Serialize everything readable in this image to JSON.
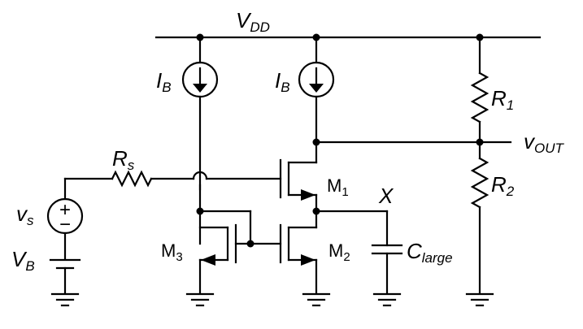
{
  "labels": {
    "vdd_main": "V",
    "vdd_sub": "DD",
    "ib1_main": "I",
    "ib1_sub": "B",
    "ib2_main": "I",
    "ib2_sub": "B",
    "r1_main": "R",
    "r1_sub": "1",
    "r2_main": "R",
    "r2_sub": "2",
    "vout_main": "v",
    "vout_sub": "OUT",
    "rs_main": "R",
    "rs_sub": "s",
    "vs_main": "v",
    "vs_sub": "s",
    "vb_main": "V",
    "vb_sub": "B",
    "m1_main": "M",
    "m1_sub": "1",
    "m2_main": "M",
    "m2_sub": "2",
    "m3_main": "M",
    "m3_sub": "3",
    "node_x": "X",
    "clarge_main": "C",
    "clarge_sub": "large",
    "src_plus": "+",
    "src_minus": "−"
  }
}
